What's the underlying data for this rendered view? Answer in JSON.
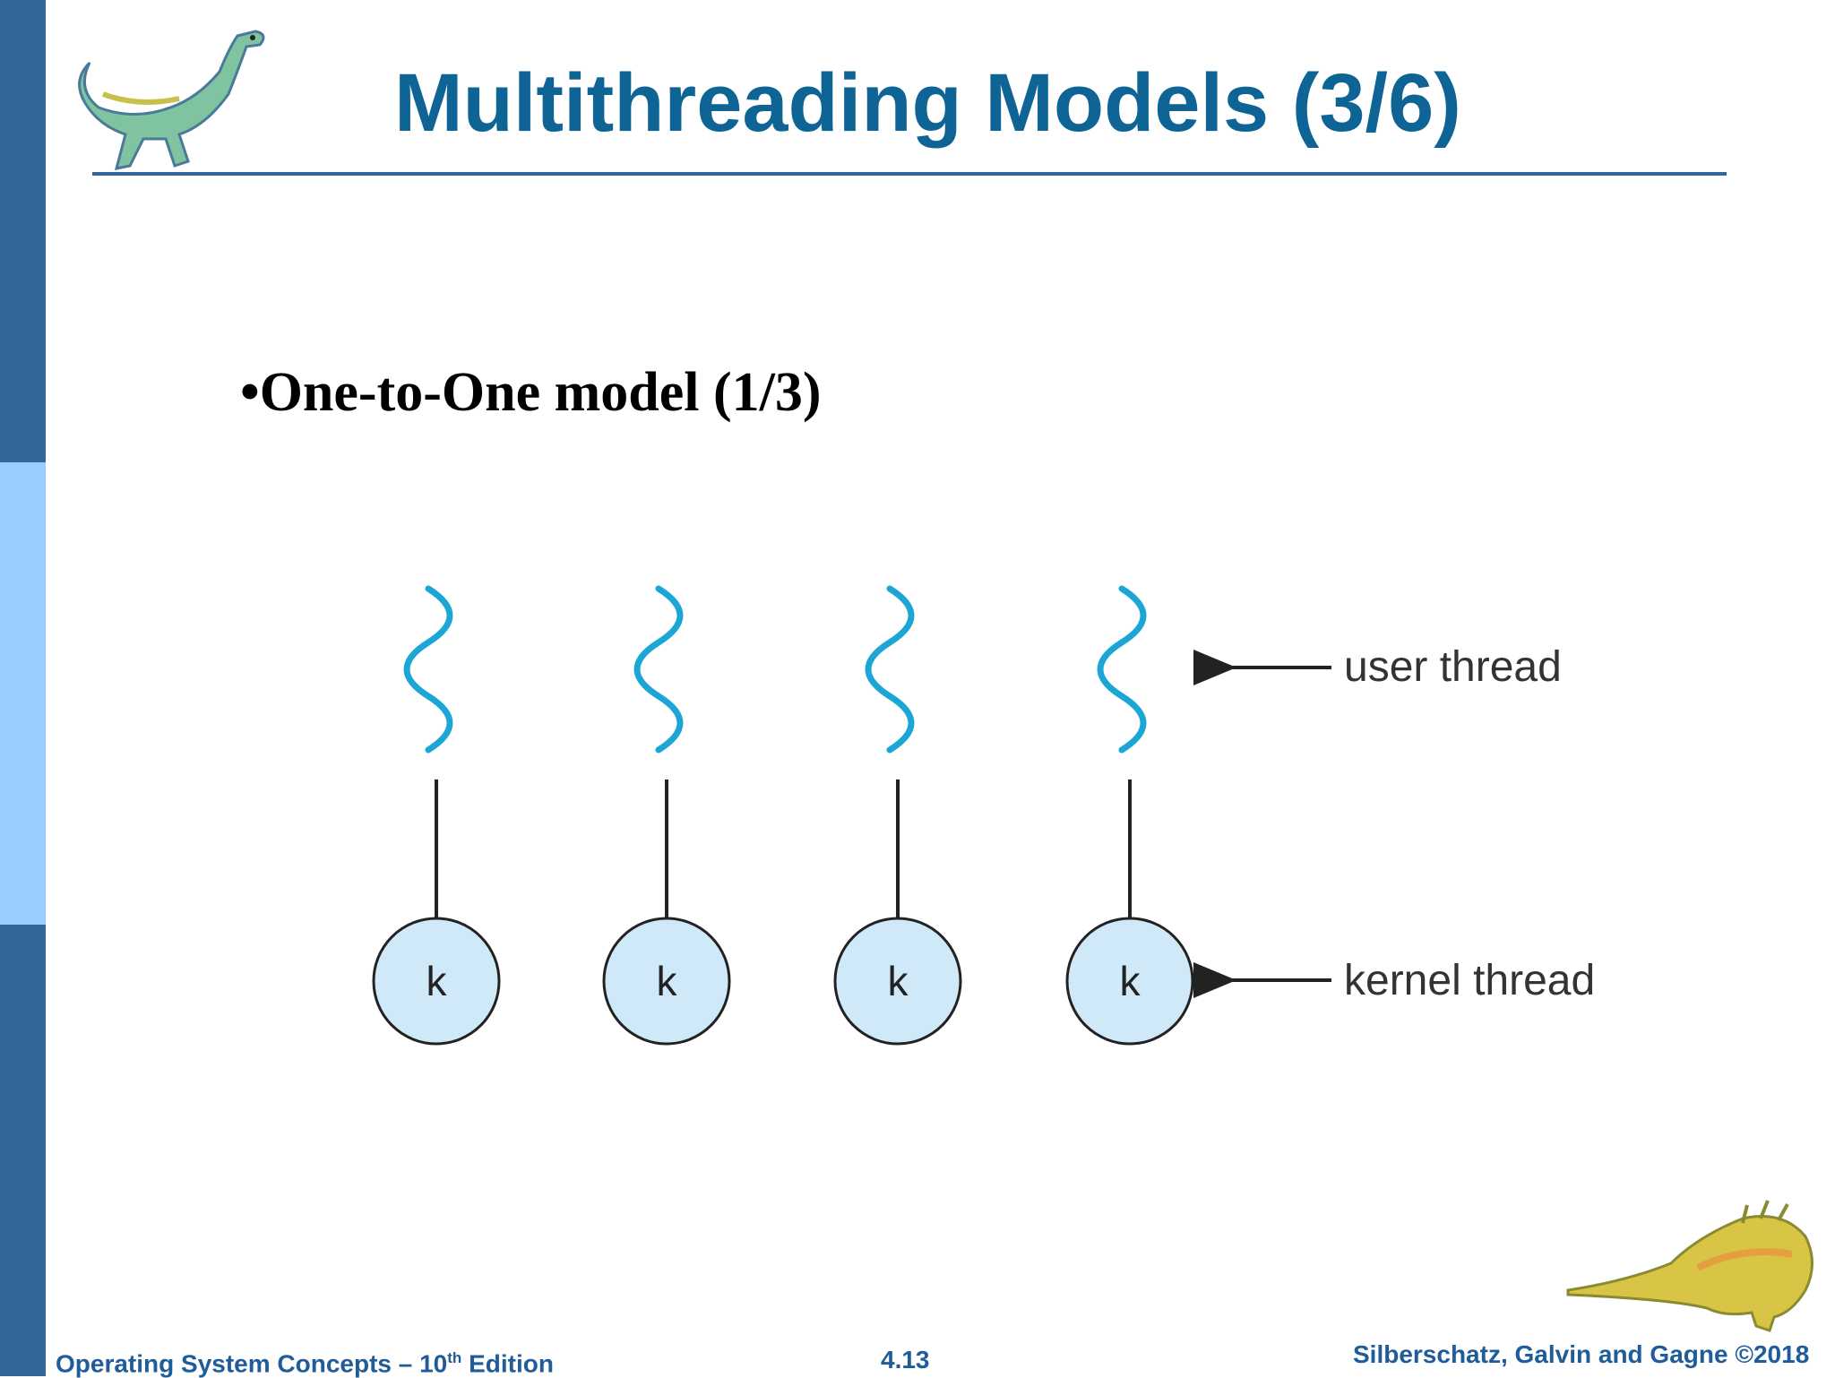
{
  "slide": {
    "title": "Multithreading Models (3/6)",
    "bullet": "•One-to-One model (1/3)"
  },
  "diagram": {
    "user_thread_label": "user thread",
    "kernel_thread_label": "kernel thread",
    "kernel_node_letter": "k",
    "pair_count": 4,
    "colors": {
      "wave": "#1ba6d6",
      "kernel_fill": "#cfe9f8",
      "line": "#222222",
      "label": "#333333"
    }
  },
  "footer": {
    "left_main": "Operating System Concepts – 10",
    "left_sup": "th",
    "left_tail": " Edition",
    "page_number": "4.13",
    "copyright": "Silberschatz, Galvin and Gagne ©2018"
  },
  "theme": {
    "title_color": "#0f6496",
    "sidebar_dark": "#336699",
    "sidebar_light": "#99ccff",
    "footer_color": "#1f5c99"
  }
}
